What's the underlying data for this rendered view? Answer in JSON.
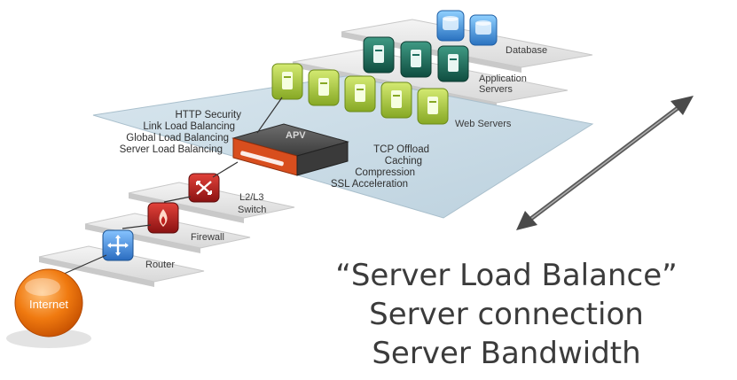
{
  "network": {
    "internet_label": "Internet",
    "router_label": "Router",
    "firewall_label": "Firewall",
    "switch_label_line1": "L2/L3",
    "switch_label_line2": "Switch",
    "apv_label": "APV",
    "web_servers_label": "Web Servers",
    "application_servers_line1": "Application",
    "application_servers_line2": "Servers",
    "database_label": "Database"
  },
  "features_left": [
    "HTTP Security",
    "Link Load Balancing",
    "Global Load Balancing",
    "Server Load Balancing"
  ],
  "features_right": [
    "TCP Offload",
    "Caching",
    "Compression",
    "SSL Acceleration"
  ],
  "caption": {
    "line1": "“Server Load Balance”",
    "line2": "Server connection",
    "line3": "Server Bandwidth"
  },
  "colors": {
    "web_server": "#a8c63a",
    "app_server": "#1d6e5e",
    "database": "#3a8fd6",
    "firewall": "#c0211d",
    "switch": "#b31b1b",
    "router": "#3b86d4",
    "internet": "#f07a10",
    "apv": "#d84e1e",
    "platform": "#c9dbe6"
  }
}
